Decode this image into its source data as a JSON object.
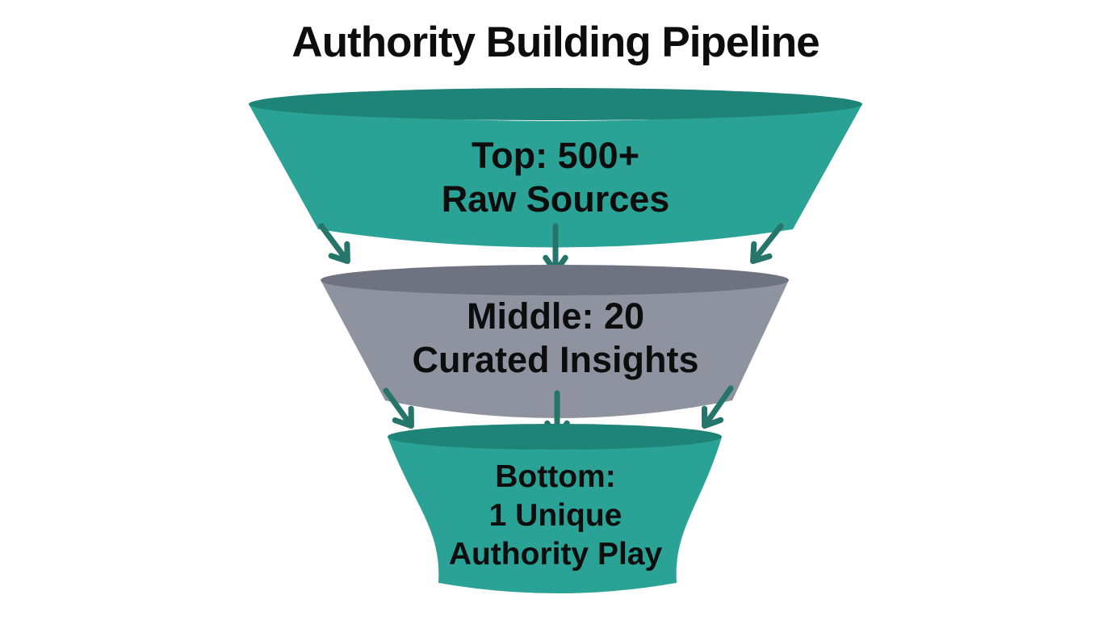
{
  "title": "Authority Building Pipeline",
  "colors": {
    "background": "#ffffff",
    "teal_body": "#2aa396",
    "teal_rim": "#1f8478",
    "gray_body": "#8f93a0",
    "gray_rim": "#6f7280",
    "arrow": "#25756a",
    "text": "#0d0d0d"
  },
  "funnel": {
    "type": "funnel",
    "direction": "top-to-bottom",
    "stages": [
      {
        "name": "top",
        "label_lines": [
          "Top: 500+",
          "Raw Sources"
        ],
        "value": "500+",
        "description": "Raw Sources",
        "color": "teal"
      },
      {
        "name": "middle",
        "label_lines": [
          "Middle: 20",
          "Curated Insights"
        ],
        "value": "20",
        "description": "Curated Insights",
        "color": "gray"
      },
      {
        "name": "bottom",
        "label_lines": [
          "Bottom:",
          "1 Unique",
          "Authority Play"
        ],
        "value": "1",
        "description": "Unique Authority Play",
        "color": "teal"
      }
    ]
  }
}
